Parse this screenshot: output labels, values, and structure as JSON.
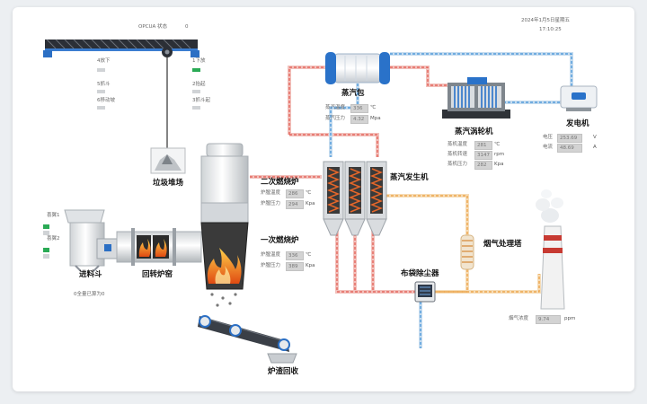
{
  "header": {
    "opcua_label": "OPCUA 状态",
    "opcua_value": "0",
    "date": "2024年1月5日星期五",
    "time": "17:10:25"
  },
  "crane": {
    "ind1": "4放下",
    "ind2": "5抓斗",
    "ind3": "6移动坡",
    "ind4": "1下放",
    "ind5": "2抬起",
    "ind6": "3抓斗起"
  },
  "labels": {
    "garbage_pile": "垃圾堆场",
    "hopper": "进料斗",
    "rotary_kiln": "回转炉窑",
    "secondary_furnace": "二次燃烧炉",
    "primary_furnace": "一次燃烧炉",
    "steam_drum": "蒸汽包",
    "steam_generator": "蒸汽发生机",
    "turbine": "蒸汽涡轮机",
    "generator": "发电机",
    "flue_gas": "烟气处理塔",
    "bag_filter": "布袋除尘器",
    "slag": "炉渣回收"
  },
  "hopper": {
    "door1": "喜翼1",
    "door2": "喜翼2",
    "status": "0全量已算为0"
  },
  "secondary": {
    "temp_label": "炉膛温度",
    "temp_value": "286",
    "temp_unit": "℃",
    "press_label": "炉膛压力",
    "press_value": "294",
    "press_unit": "Kpa"
  },
  "primary": {
    "temp_label": "炉膛温度",
    "temp_value": "336",
    "temp_unit": "℃",
    "press_label": "炉膛压力",
    "press_value": "389",
    "press_unit": "Kpa"
  },
  "drum": {
    "temp_label": "蒸汽温度",
    "temp_value": "336",
    "temp_unit": "℃",
    "press_label": "蒸汽压力",
    "press_value": "4.32",
    "press_unit": "Mpa"
  },
  "turbine": {
    "temp_label": "蒸机温度",
    "temp_value": "281",
    "temp_unit": "℃",
    "speed_label": "蒸机转速",
    "speed_value": "3147",
    "speed_unit": "rpm",
    "press_label": "蒸机压力",
    "press_value": "282",
    "press_unit": "Kpa"
  },
  "gen": {
    "volt_label": "电压",
    "volt_value": "253.69",
    "volt_unit": "V",
    "cur_label": "电流",
    "cur_value": "48.69",
    "cur_unit": "A"
  },
  "chimney": {
    "label": "烟气浓度",
    "value": "9.74",
    "unit": "ppm"
  },
  "colors": {
    "steam": "#e2574c",
    "water": "#3d8fd8",
    "gas": "#f0b060",
    "accent": "#2a72c9",
    "indicator": "#2aaa55"
  }
}
